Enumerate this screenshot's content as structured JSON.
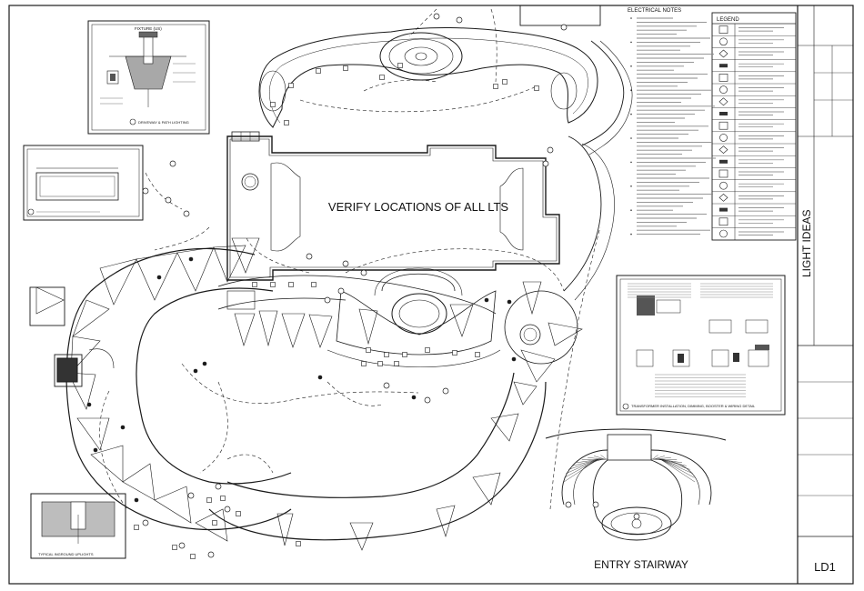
{
  "main_label": "VERIFY LOCATIONS OF ALL LTS",
  "entry_label": "ENTRY STAIRWAY",
  "electrical_notes_title": "ELECTRICAL NOTES",
  "legend_title": "LEGEND",
  "title_block": {
    "project_name": "LIGHT IDEAS",
    "sheet_number": "LD1"
  },
  "fixture_detail_title": "FIXTURE (US)",
  "detail_labels": {
    "driveway": "DRIVEWAY & PATH LIGHTING",
    "inground": "TYPICAL INGROUND UPLIGHTS",
    "transformer": "TRANSFORMER INSTALLATION, DIMMING, BOOSTER & WIRING DETAIL"
  },
  "colors": {
    "line": "#1a1a1a",
    "fill_grey": "#cfcfcf",
    "paper": "#ffffff"
  }
}
